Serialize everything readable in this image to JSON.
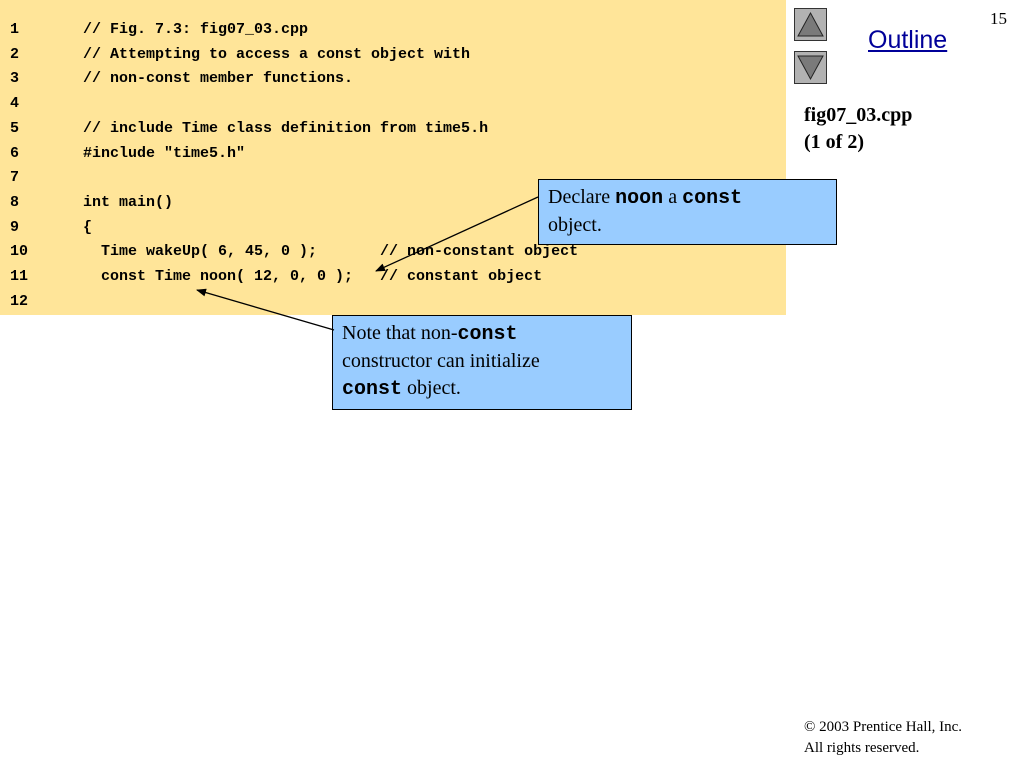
{
  "slide": {
    "page_number": "15",
    "outline_label": "Outline",
    "file_title_line1": "fig07_03.cpp",
    "file_title_line2": "(1 of 2)"
  },
  "nav": {
    "up_icon": "triangle-up-icon",
    "down_icon": "triangle-down-icon"
  },
  "code": {
    "lines": [
      {
        "num": "1",
        "text": "// Fig. 7.3: fig07_03.cpp"
      },
      {
        "num": "2",
        "text": "// Attempting to access a const object with"
      },
      {
        "num": "3",
        "text": "// non-const member functions."
      },
      {
        "num": "4",
        "text": ""
      },
      {
        "num": "5",
        "text": "// include Time class definition from time5.h"
      },
      {
        "num": "6",
        "text": "#include \"time5.h\""
      },
      {
        "num": "7",
        "text": ""
      },
      {
        "num": "8",
        "text": "int main()"
      },
      {
        "num": "9",
        "text": "{"
      },
      {
        "num": "10",
        "text": "  Time wakeUp( 6, 45, 0 );       // non-constant object"
      },
      {
        "num": "11",
        "text": "  const Time noon( 12, 0, 0 );   // constant object"
      },
      {
        "num": "12",
        "text": ""
      }
    ]
  },
  "callouts": {
    "first": {
      "text_a": "Declare ",
      "code_a": "noon",
      "text_b": " a ",
      "code_b": "const",
      "text_c": "object."
    },
    "second": {
      "text_a": "Note that non-",
      "code_a": "const",
      "text_b": "constructor can initialize",
      "code_b": "const",
      "text_c": " object."
    }
  },
  "footer": {
    "copyright_symbol": "©",
    "copyright_text": " 2003 Prentice Hall, Inc.",
    "rights": "All rights reserved."
  },
  "colors": {
    "code_background": "#ffe599",
    "callout_background": "#99ccff",
    "outline_link": "#000099",
    "nav_button": "#b2b2b2"
  }
}
